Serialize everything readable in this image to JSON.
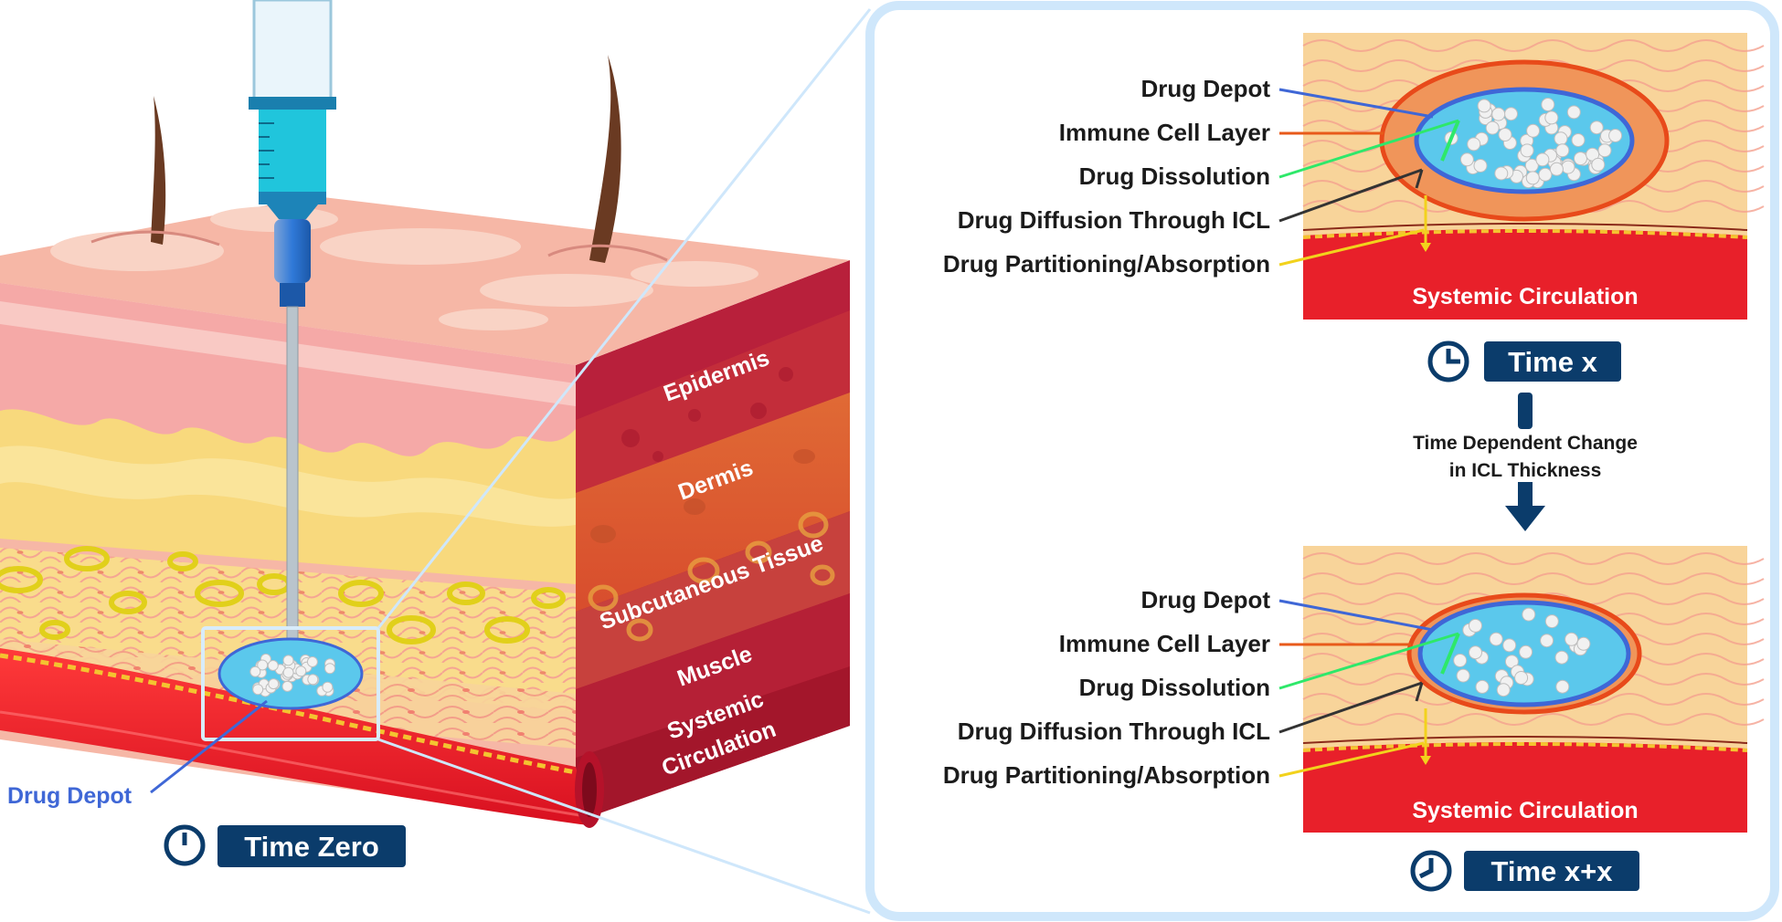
{
  "skin_layers": {
    "epidermis": "Epidermis",
    "dermis": "Dermis",
    "subcutaneous": "Subcutaneous Tissue",
    "muscle": "Muscle",
    "systemic_line1": "Systemic",
    "systemic_line2": "Circulation"
  },
  "left_labels": {
    "drug_depot": "Drug Depot",
    "time_zero": "Time Zero"
  },
  "panel_labels": {
    "drug_depot": "Drug Depot",
    "immune_cell_layer": "Immune Cell Layer",
    "drug_dissolution": "Drug Dissolution",
    "drug_diffusion": "Drug Diffusion Through ICL",
    "drug_partitioning": "Drug Partitioning/Absorption",
    "systemic_circulation": "Systemic Circulation"
  },
  "time_x": "Time x",
  "time_xx": "Time x+x",
  "transition": {
    "line1": "Time Dependent Change",
    "line2": "in ICL Thickness"
  },
  "colors": {
    "navy": "#0b3c6b",
    "depot_blue": "#5bc8ec",
    "depot_outline": "#3f67d6",
    "icl_orange": "#f0955a",
    "icl_outline": "#e84a1a",
    "blood": "#e8202a",
    "leader_blue": "#3f67d6",
    "leader_orange": "#e85a1a",
    "leader_green": "#2ee86a",
    "leader_dark": "#333333",
    "leader_yellow": "#f2d21c",
    "panel_border": "#cfe7fb"
  },
  "icons": [
    "clock-icon",
    "syringe-icon",
    "down-arrow-icon"
  ]
}
